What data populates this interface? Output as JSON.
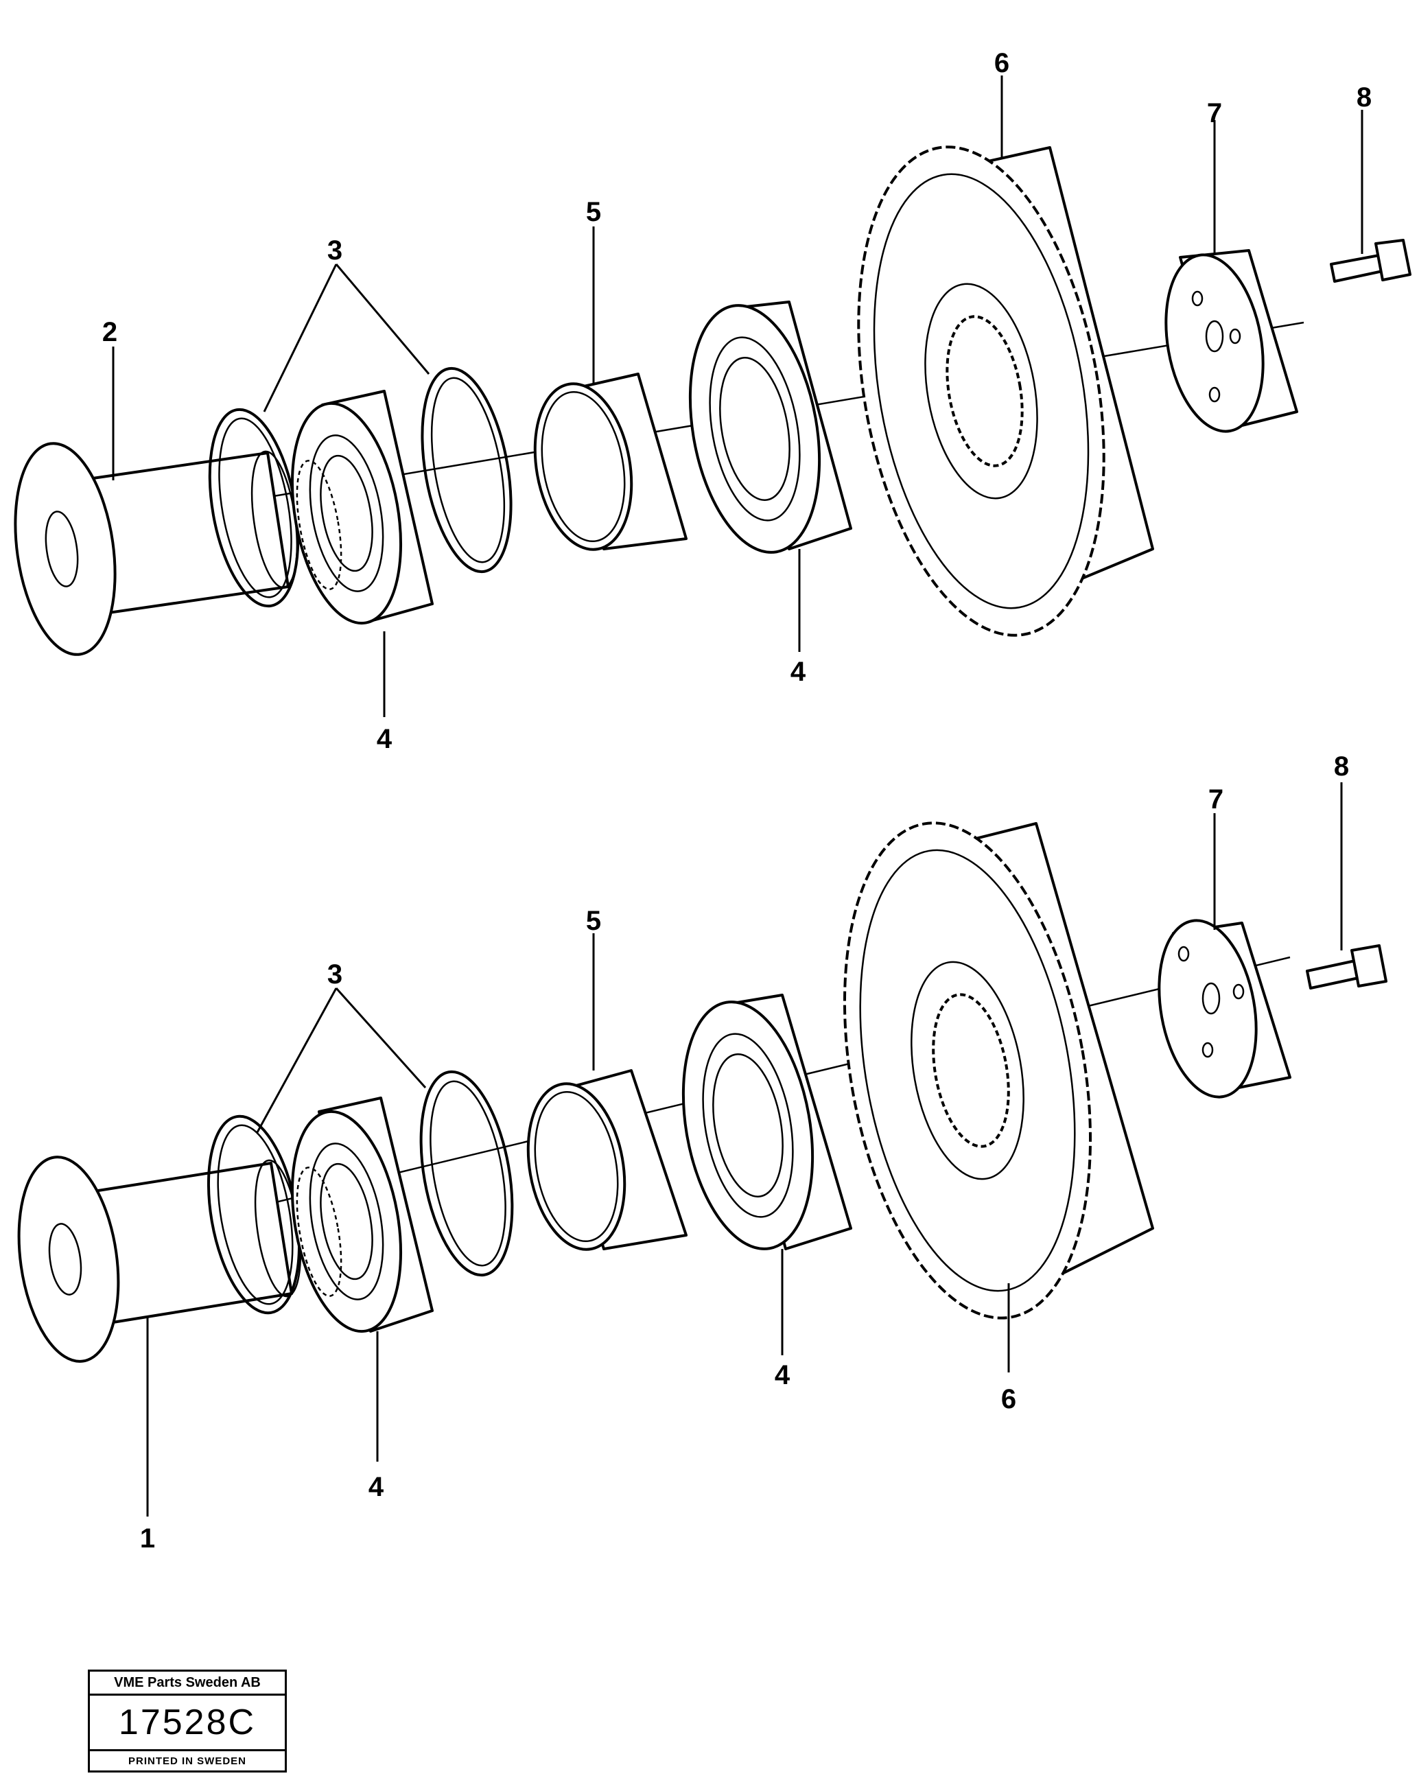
{
  "assemblies": [
    {
      "name": "upper",
      "callouts": [
        "6",
        "7",
        "8",
        "3",
        "5",
        "2",
        "4",
        "4"
      ]
    },
    {
      "name": "lower",
      "callouts": [
        "8",
        "7",
        "5",
        "3",
        "4",
        "6",
        "4",
        "1"
      ]
    }
  ],
  "stamp": {
    "company": "VME Parts Sweden AB",
    "code": "17528C",
    "printed": "PRINTED IN SWEDEN"
  }
}
